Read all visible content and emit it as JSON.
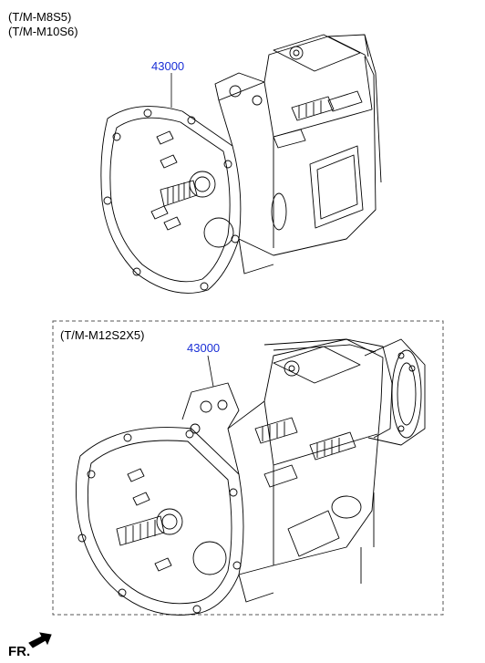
{
  "variants": {
    "top_label_1": "(T/M-M8S5)",
    "top_label_2": "(T/M-M10S6)",
    "bottom_label": "(T/M-M12S2X5)"
  },
  "parts": {
    "top_part_number": "43000",
    "bottom_part_number": "43000"
  },
  "footer": {
    "front_label": "FR."
  },
  "colors": {
    "line": "#000000",
    "part_number": "#1a2fd6",
    "frame_dash": "#555555"
  }
}
